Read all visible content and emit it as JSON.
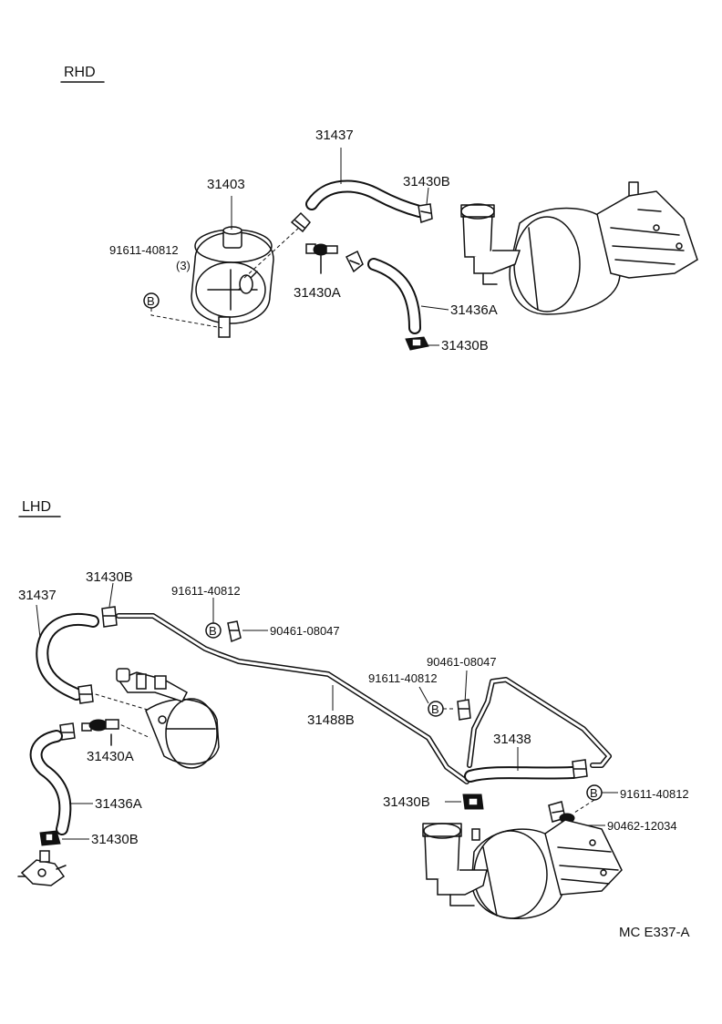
{
  "sections": {
    "rhd": "RHD",
    "lhd": "LHD"
  },
  "rhd_labels": {
    "p31437": "31437",
    "p31403": "31403",
    "p31430b_top": "31430B",
    "p91611": "91611-40812",
    "p91611_qty": "(3)",
    "p31430a": "31430A",
    "p31436a": "31436A",
    "p31430b_bottom": "31430B",
    "bolt_mark": "B"
  },
  "lhd_labels": {
    "p31437": "31437",
    "p31430b_top": "31430B",
    "p91611_a": "91611-40812",
    "p90461_a": "90461-08047",
    "p90461_b": "90461-08047",
    "p91611_b": "91611-40812",
    "p31488b": "31488B",
    "p31438": "31438",
    "p31430a": "31430A",
    "p31430b_mid": "31430B",
    "p91611_c": "91611-40812",
    "p90462": "90462-12034",
    "p31436a": "31436A",
    "p31430b_bottom": "31430B",
    "bolt_mark": "B"
  },
  "footer": {
    "code": "MC  E337-A"
  }
}
